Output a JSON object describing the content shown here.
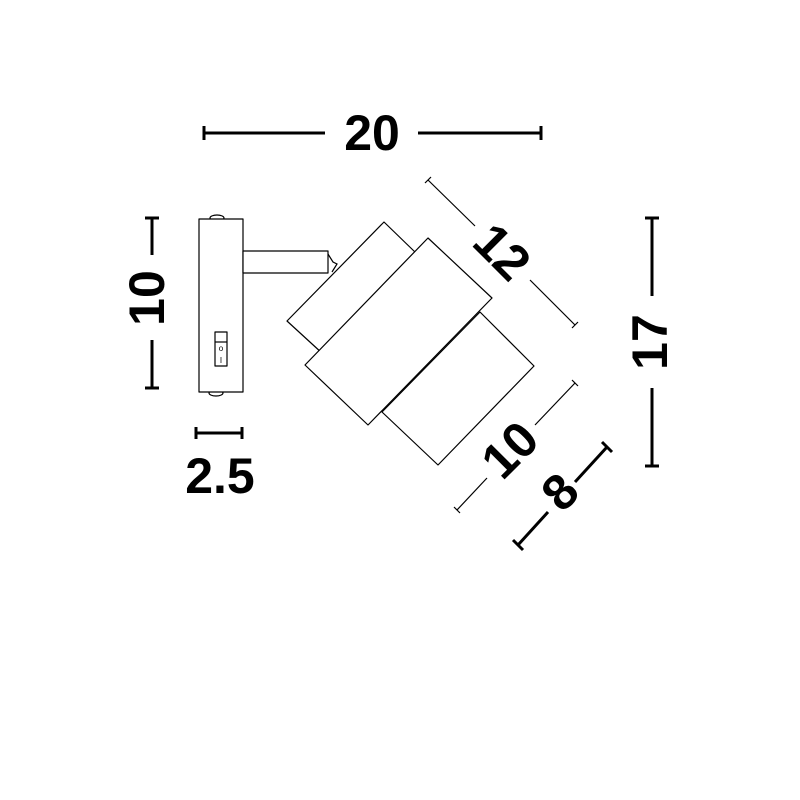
{
  "dimensions": {
    "width": "20",
    "height_total": "17",
    "plate_height": "10",
    "plate_depth": "2.5",
    "shade_length": "12",
    "shade_diameter_outer": "10",
    "shade_diameter_inner": "8"
  },
  "switch_labels": {
    "off": "o",
    "on": "I"
  },
  "colors": {
    "line": "#000000",
    "background": "#ffffff"
  }
}
